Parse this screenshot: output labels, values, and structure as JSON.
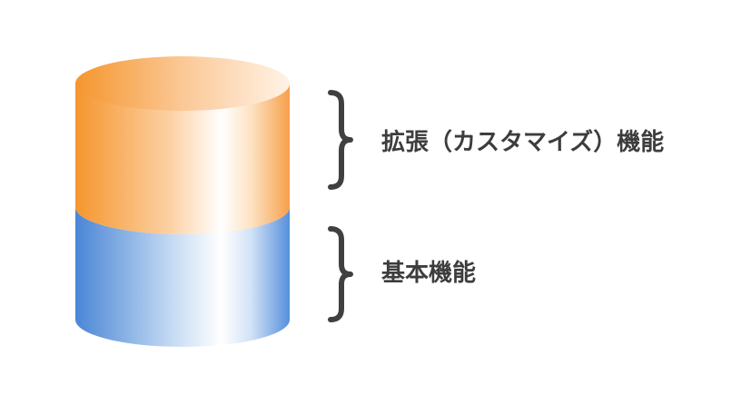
{
  "diagram": {
    "layers": [
      {
        "id": "extension",
        "label": "拡張（カスタマイズ）機能",
        "color_dark": "#f5962e",
        "color_light": "#ffffff"
      },
      {
        "id": "base",
        "label": "基本機能",
        "color_dark": "#4a86d6",
        "color_light": "#ffffff"
      }
    ],
    "brace_color": "#404040"
  }
}
